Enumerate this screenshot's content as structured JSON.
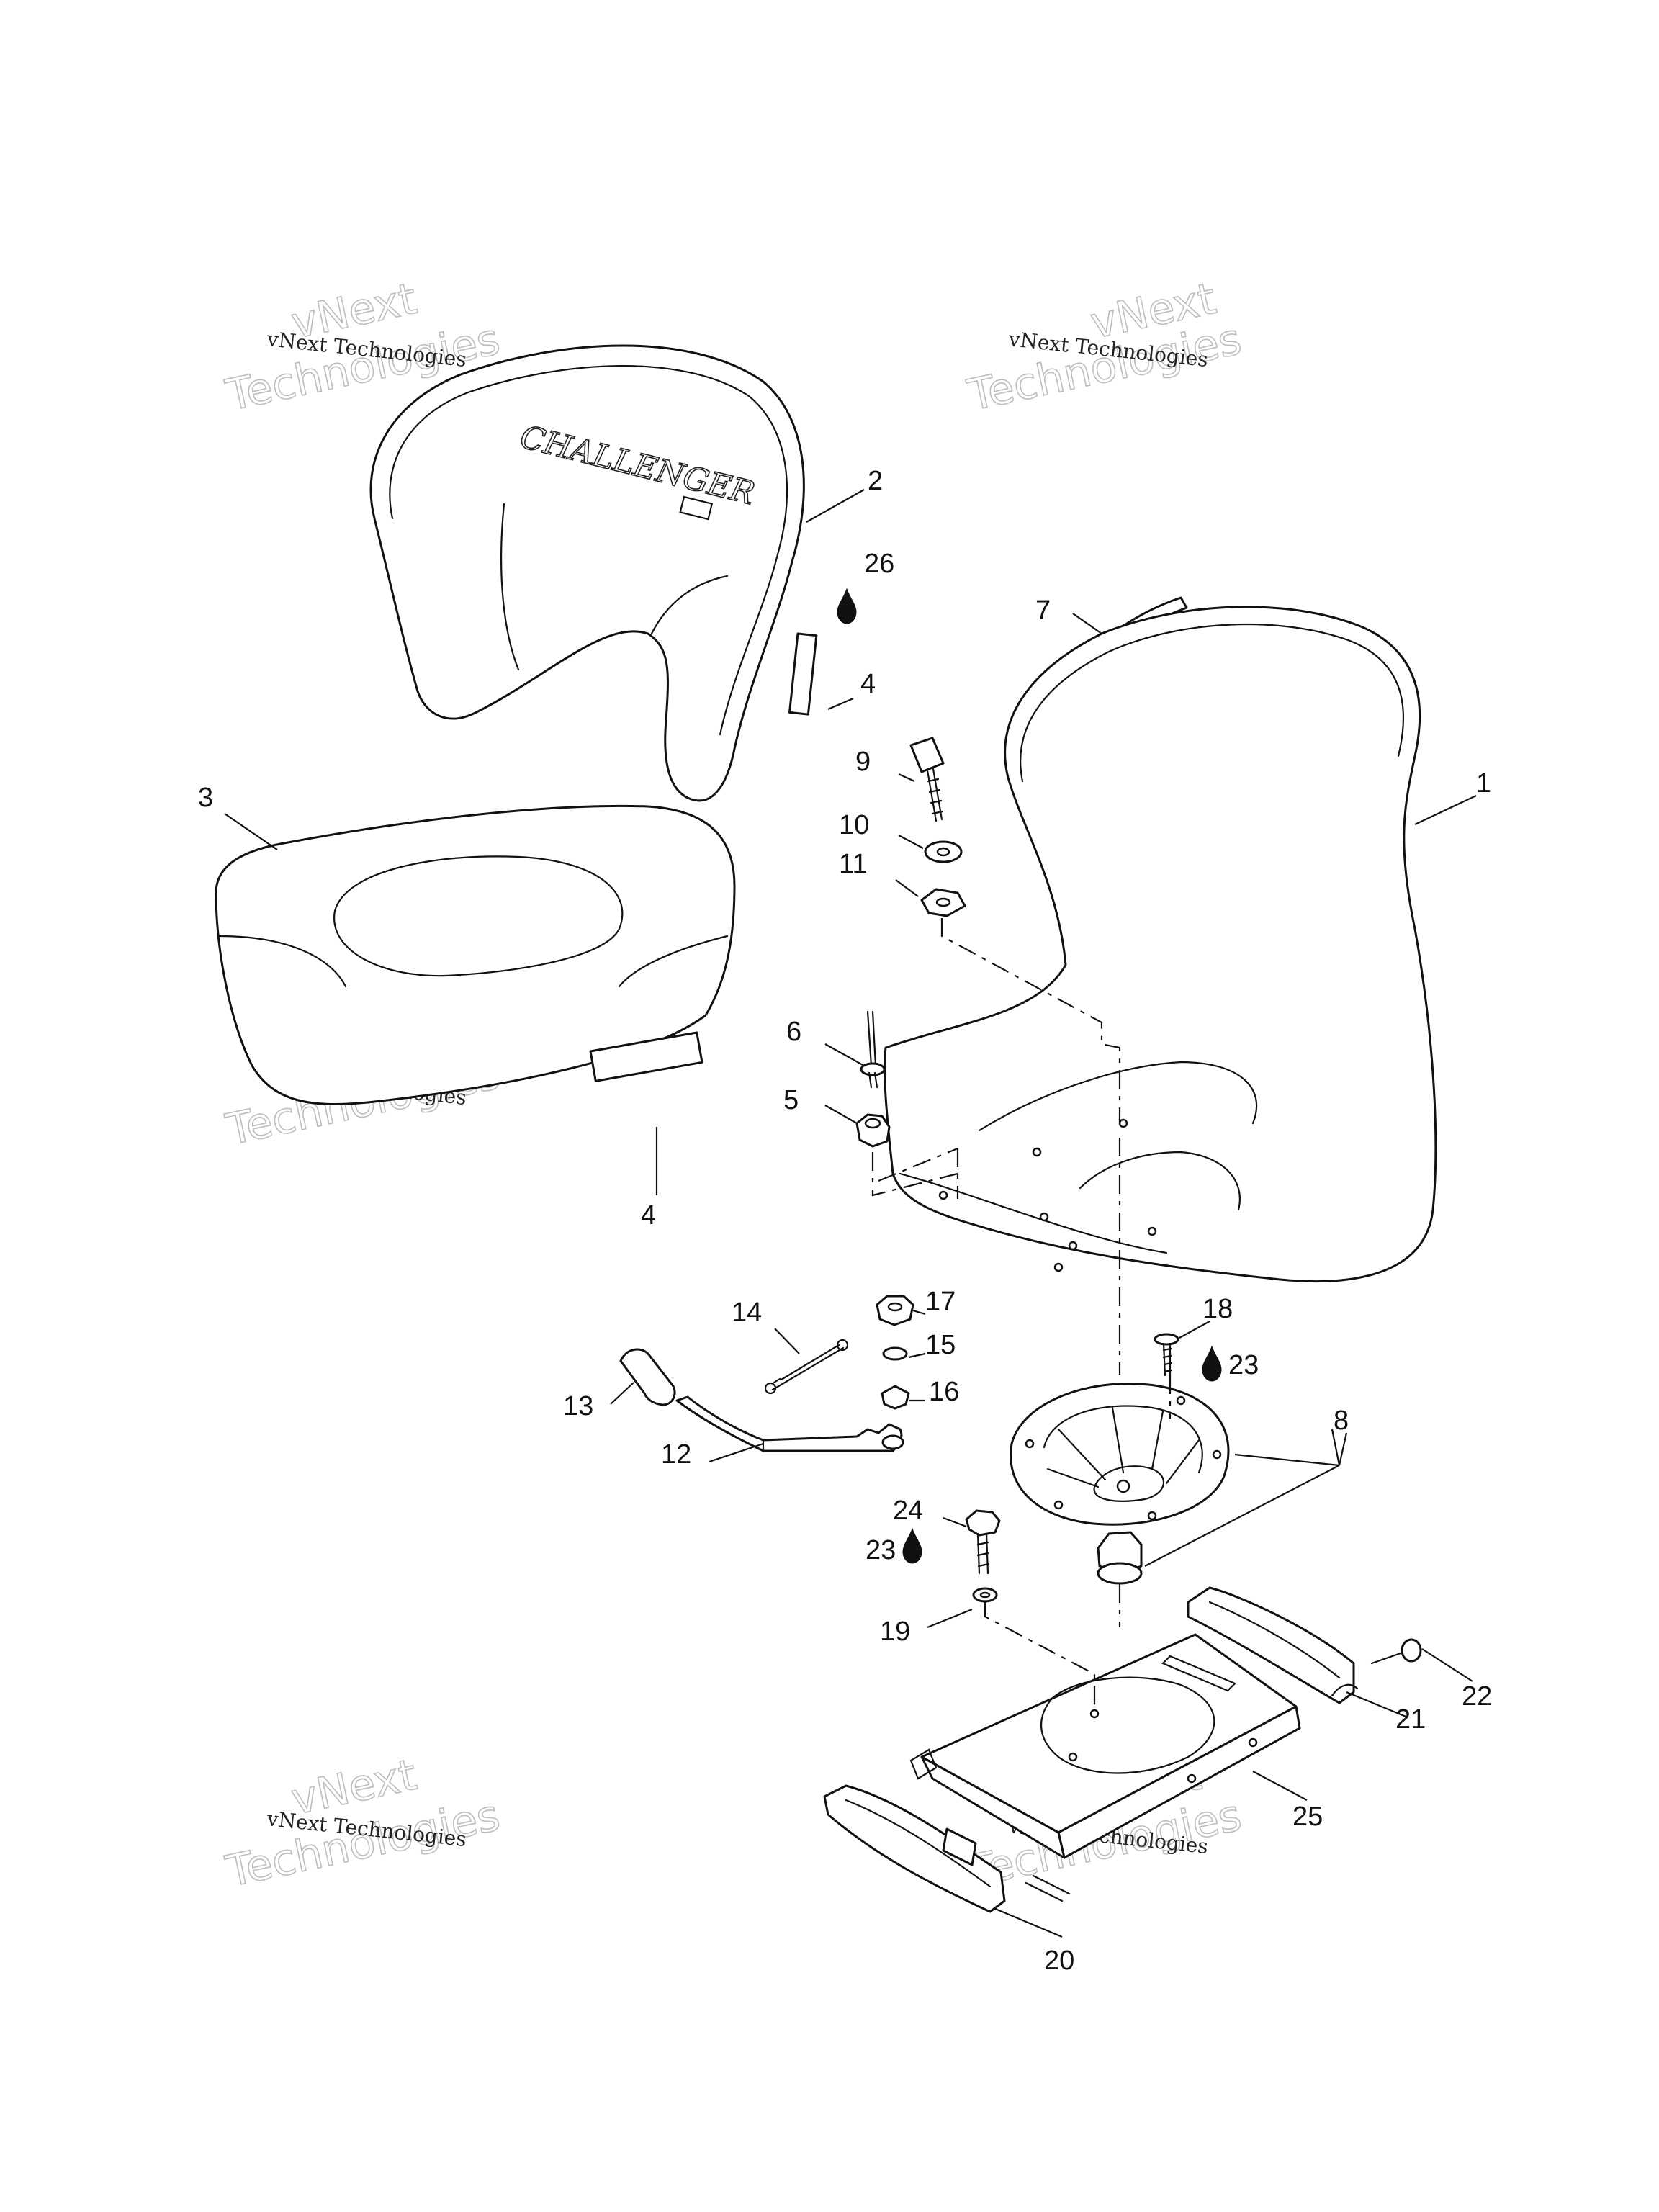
{
  "watermark": {
    "small": "vNext Technologies",
    "big_line1": "vNext",
    "big_line2": "Technologies"
  },
  "logo_text": "CHALLENGER",
  "callouts": [
    "1",
    "2",
    "3",
    "4",
    "4",
    "5",
    "6",
    "7",
    "8",
    "9",
    "10",
    "11",
    "12",
    "13",
    "14",
    "15",
    "16",
    "17",
    "18",
    "19",
    "20",
    "21",
    "22",
    "23",
    "23",
    "24",
    "25",
    "26"
  ]
}
